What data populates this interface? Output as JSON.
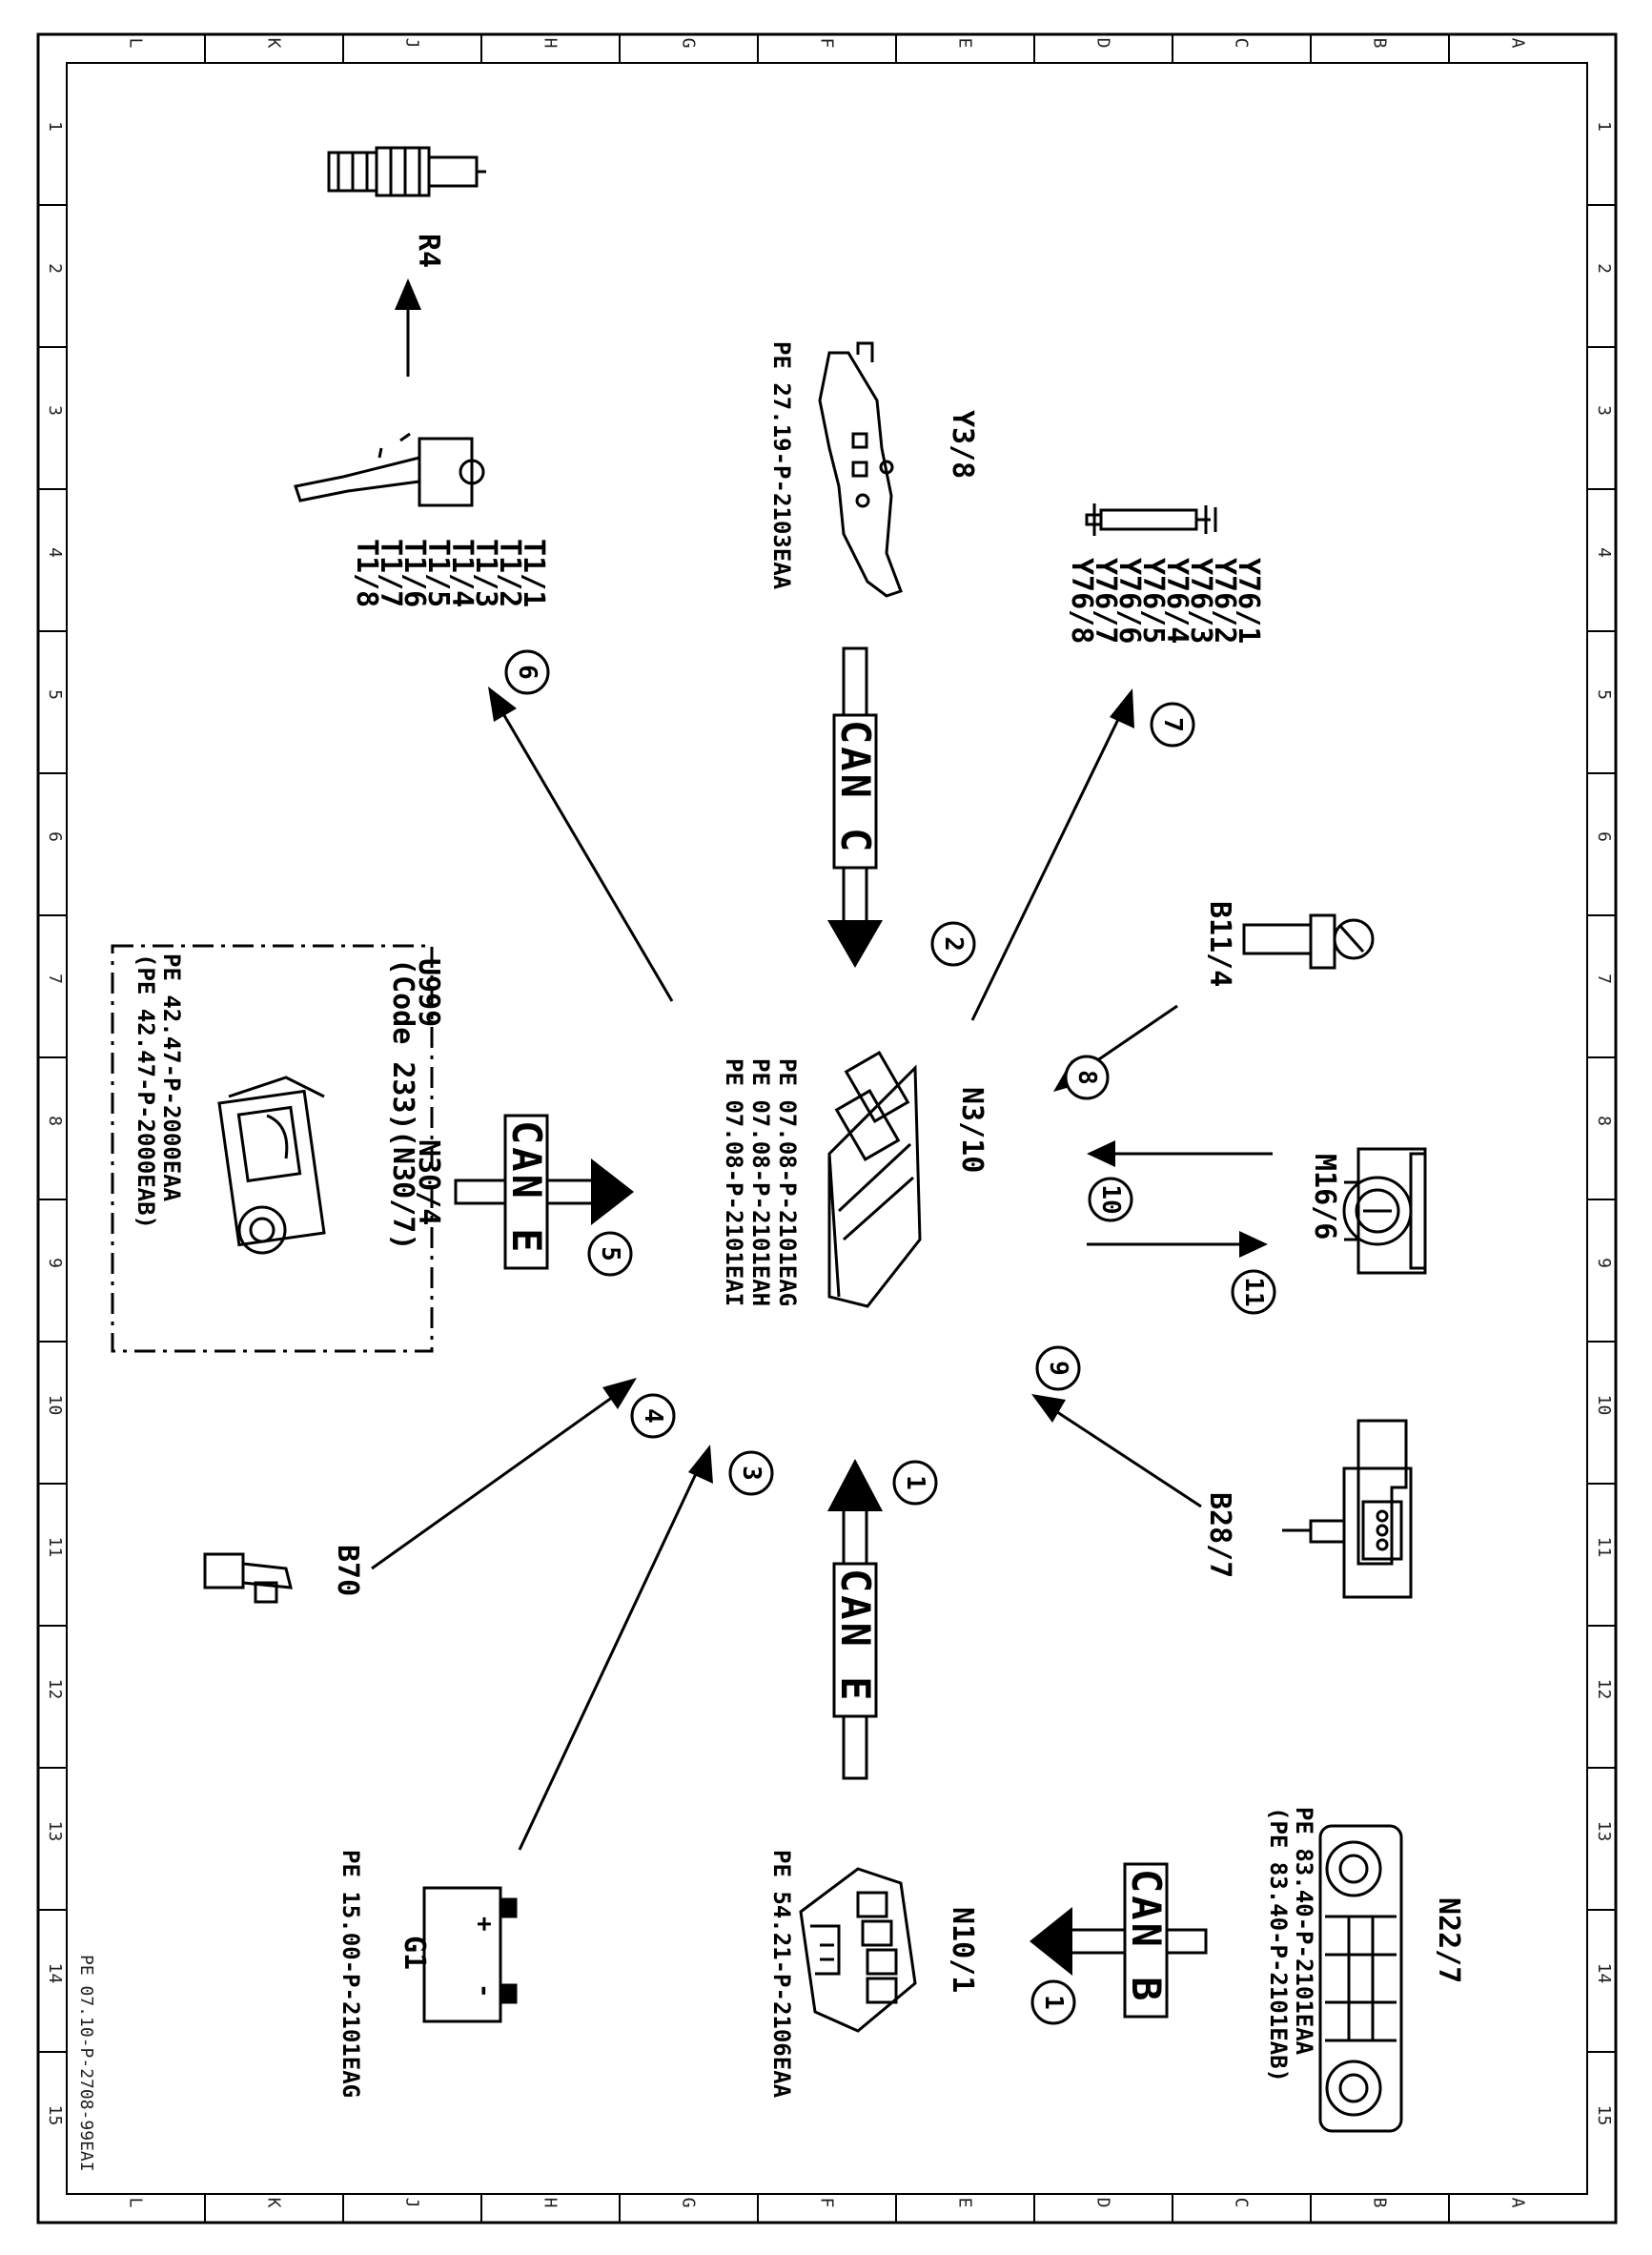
{
  "grid": {
    "letters": [
      "L",
      "K",
      "J",
      "H",
      "G",
      "F",
      "E",
      "D",
      "C",
      "B",
      "A"
    ],
    "numbers": [
      "1",
      "2",
      "3",
      "4",
      "5",
      "6",
      "7",
      "8",
      "9",
      "10",
      "11",
      "12",
      "13",
      "14",
      "15"
    ]
  },
  "doc_code": "PE 07.10-P-2708-99EAI",
  "components": {
    "r4": "R4",
    "t1": [
      "T1/1",
      "T1/2",
      "T1/3",
      "T1/4",
      "T1/5",
      "T1/6",
      "T1/7",
      "T1/8"
    ],
    "y3_8": "Y3/8",
    "y3_8_ref": "PE 27.19-P-2103EAA",
    "y76": [
      "Y76/1",
      "Y76/2",
      "Y76/3",
      "Y76/4",
      "Y76/5",
      "Y76/6",
      "Y76/7",
      "Y76/8"
    ],
    "b11_4": "B11/4",
    "u999": [
      "U999",
      "(Code 233)"
    ],
    "n30": [
      "N30/4",
      "(N30/7)"
    ],
    "u999_refs": [
      "PE 42.47-P-2000EAA",
      "(PE 42.47-P-2000EAB)"
    ],
    "n3_10": "N3/10",
    "n3_10_refs": [
      "PE 07.08-P-2101EAG",
      "PE 07.08-P-2101EAH",
      "PE 07.08-P-2101EAI"
    ],
    "m16_6": "M16/6",
    "b70": "B70",
    "b28_7": "B28/7",
    "g1": "G1",
    "g1_ref": "PE 15.00-P-2101EAG",
    "n10_1": "N10/1",
    "n10_1_ref": "PE 54.21-P-2106EAA",
    "n22_7": "N22/7",
    "n22_7_refs": [
      "PE 83.40-P-2101EAA",
      "(PE 83.40-P-2101EAB)"
    ]
  },
  "buses": {
    "can_c": "CAN C",
    "can_e_top": "CAN E",
    "can_e_bottom": "CAN E",
    "can_b": "CAN B"
  },
  "signals": [
    "1",
    "2",
    "3",
    "4",
    "5",
    "6",
    "7",
    "8",
    "9",
    "10",
    "11",
    "1"
  ]
}
